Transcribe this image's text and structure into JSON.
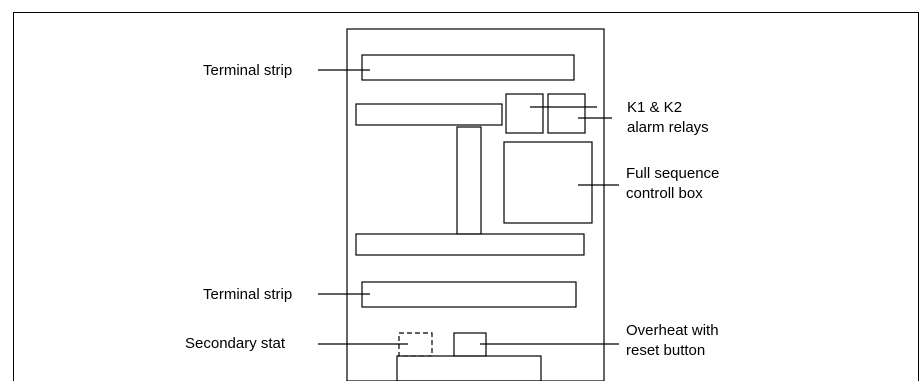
{
  "labels": {
    "terminal_strip_top": "Terminal strip",
    "relays_line1": "K1 & K2",
    "relays_line2": "alarm relays",
    "control_box_line1": "Full sequence",
    "control_box_line2": "controll box",
    "terminal_strip_bottom": "Terminal strip",
    "secondary_stat": "Secondary stat",
    "overheat_line1": "Overheat with",
    "overheat_line2": "reset button"
  }
}
